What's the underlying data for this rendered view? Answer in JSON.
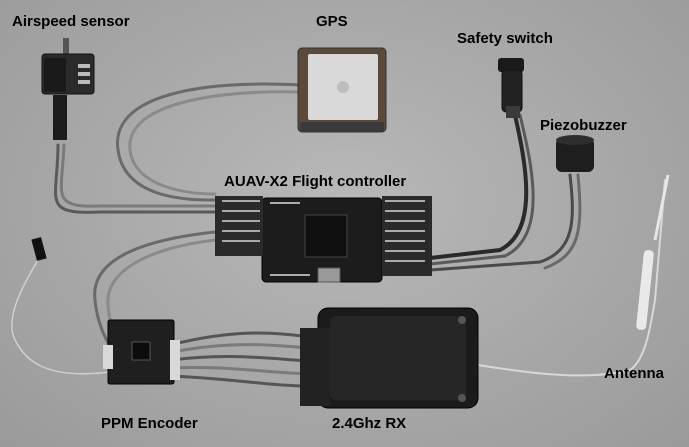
{
  "labels": {
    "airspeed": "Airspeed sensor",
    "gps": "GPS",
    "safety": "Safety switch",
    "piezo": "Piezobuzzer",
    "fc": "AUAV-X2 Flight controller",
    "ppm": "PPM Encoder",
    "rx": "2.4Ghz RX",
    "antenna": "Antenna"
  }
}
